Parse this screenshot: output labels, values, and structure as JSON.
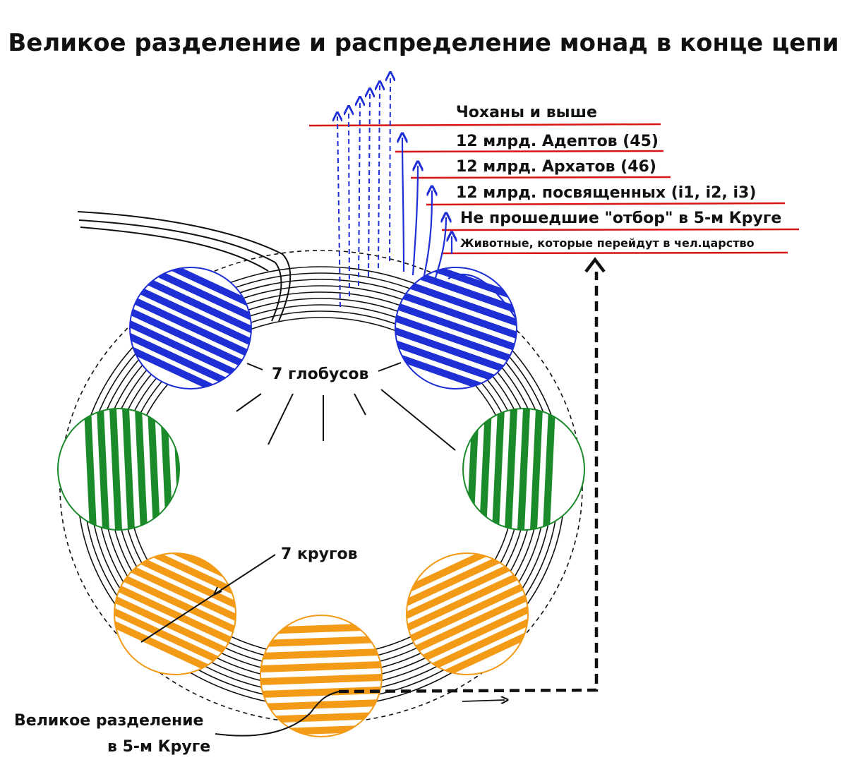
{
  "title": "Великое разделение и распределение монад в конце цепи",
  "levels": [
    "Чоханы и выше",
    "12 млрд. Адептов (45)",
    "12 млрд. Архатов (46)",
    "12 млрд. посвященных (i1, i2, i3)",
    "Не прошедшие \"отбор\" в 5-м Круге",
    "Животные, которые перейдут в чел.царство"
  ],
  "labels": {
    "globes": "7 глобусов",
    "rounds": "7 кругов",
    "division_line1": "Великое разделение",
    "division_line2": "в 5-м Круге"
  },
  "globes": [
    {
      "name": "globe-1",
      "color": "#1f2fd6"
    },
    {
      "name": "globe-2",
      "color": "#1f2fd6"
    },
    {
      "name": "globe-3",
      "color": "#1b8a2a"
    },
    {
      "name": "globe-4",
      "color": "#1b8a2a"
    },
    {
      "name": "globe-5",
      "color": "#f39a16"
    },
    {
      "name": "globe-6",
      "color": "#f39a16"
    },
    {
      "name": "globe-7",
      "color": "#f39a16"
    }
  ],
  "colors": {
    "ring": "#111111",
    "level_line": "#d81414",
    "arrow": "#1f2fd6"
  }
}
